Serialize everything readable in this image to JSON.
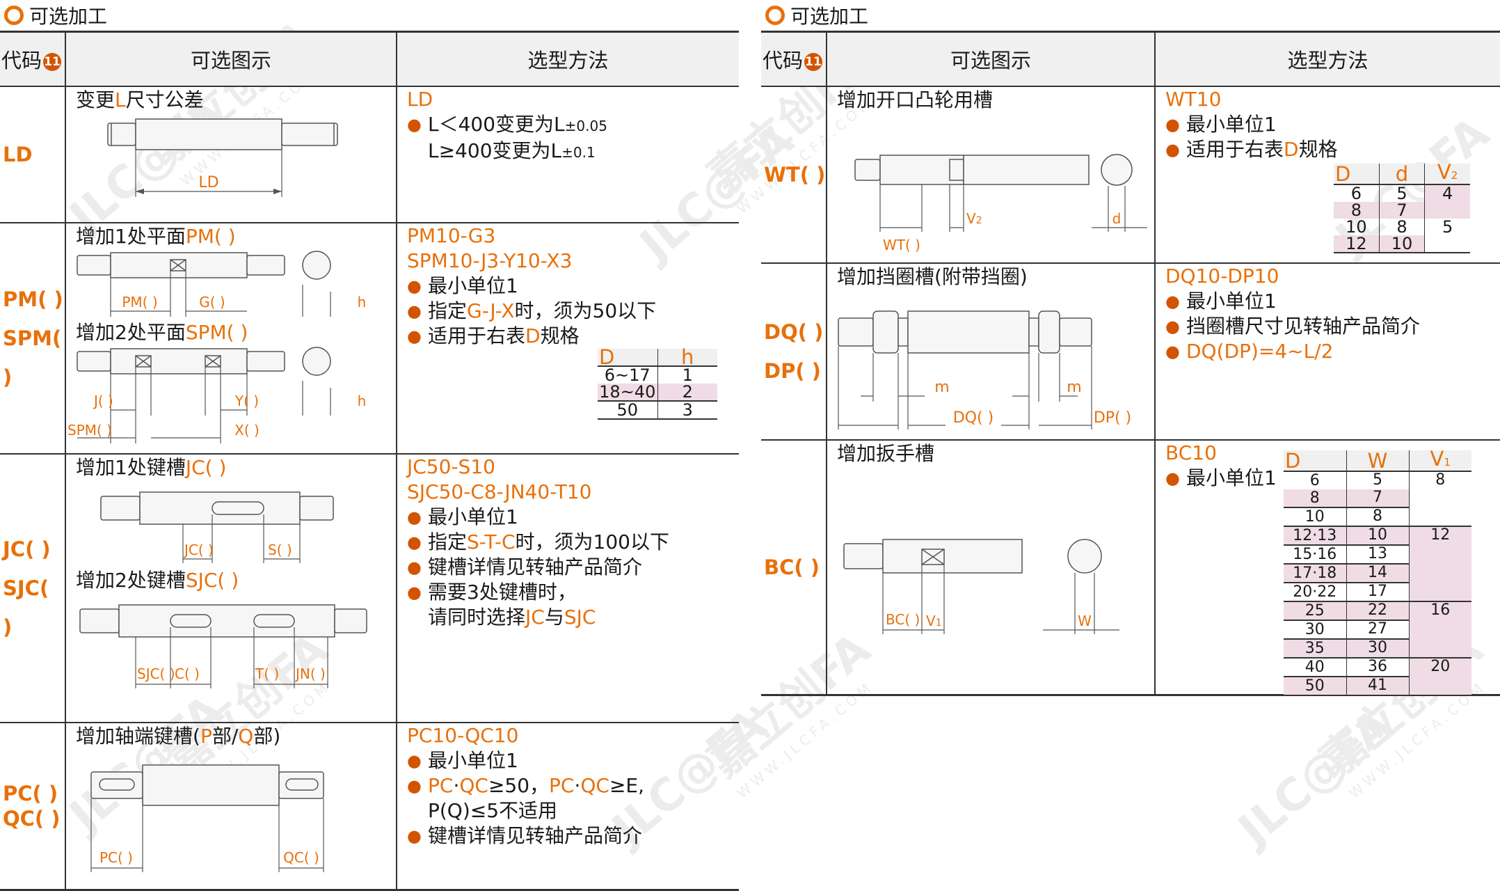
{
  "left": {
    "section_title": "可选加工",
    "headers": {
      "code": "代码",
      "badge": "11",
      "figure": "可选图示",
      "method": "选型方法"
    },
    "rows": {
      "ld": {
        "codes": [
          "LD"
        ],
        "title_a": "变更",
        "title_hl": "L",
        "title_b": "尺寸公差",
        "fig_label": "LD",
        "method_code": "LD",
        "b1_text": "L＜400变更为L",
        "b1_sub": "±0.05",
        "b1_cont_text": "L≥400变更为L",
        "b1_cont_sub": "±0.1"
      },
      "pm": {
        "codes": [
          "PM( )",
          "SPM( )"
        ],
        "title1_a": "增加1处平面",
        "title1_hl": "PM( )",
        "title2_a": "增加2处平面",
        "title2_hl": "SPM( )",
        "labels": {
          "pm": "PM( )",
          "g": "G( )",
          "h": "h",
          "j": "J( )",
          "y": "Y( )",
          "spm": "SPM( )",
          "x": "X( )"
        },
        "method_code_1": "PM10-G3",
        "method_code_2": "SPM10-J3-Y10-X3",
        "b1": "最小单位1",
        "b2_a": "指定",
        "b2_hl": "G-J-X",
        "b2_b": "时，须为50以下",
        "b3_a": "适用于右表",
        "b3_hl": "D",
        "b3_b": "规格",
        "spec": {
          "headers": [
            "D",
            "h"
          ],
          "rows": [
            [
              "6~17",
              "1"
            ],
            [
              "18~40",
              "2"
            ],
            [
              "50",
              "3"
            ]
          ]
        }
      },
      "jc": {
        "codes": [
          "JC( )",
          "SJC( )"
        ],
        "title1_a": "增加1处键槽",
        "title1_hl": "JC( )",
        "title2_a": "增加2处键槽",
        "title2_hl": "SJC( )",
        "labels": {
          "jc": "JC( )",
          "s": "S( )",
          "sjc": "SJC( )",
          "c": "C( )",
          "t": "T( )",
          "jn": "JN( )"
        },
        "method_code_1": "JC50-S10",
        "method_code_2": "SJC50-C8-JN40-T10",
        "b1": "最小单位1",
        "b2_a": "指定",
        "b2_hl": "S-T-C",
        "b2_b": "时，须为100以下",
        "b3": "键槽详情见转轴产品简介",
        "b4": "需要3处键槽时，",
        "b4_cont_a": "请同时选择",
        "b4_cont_hl1": "JC",
        "b4_cont_mid": "与",
        "b4_cont_hl2": "SJC"
      },
      "pc": {
        "codes": [
          "PC( )",
          "QC( )"
        ],
        "title_a": "增加轴端键槽(",
        "title_hl1": "P",
        "title_mid1": "部/",
        "title_hl2": "Q",
        "title_b": "部)",
        "labels": {
          "pc": "PC( )",
          "qc": "QC( )"
        },
        "method_code": "PC10-QC10",
        "b1": "最小单位1",
        "b2_hl1": "PC",
        "b2_mid1": "·",
        "b2_hl2": "QC",
        "b2_mid2": "≥50，",
        "b2_hl3": "PC",
        "b2_mid3": "·",
        "b2_hl4": "QC",
        "b2_b": "≥E,",
        "b2_cont": "P(Q)≤5不适用",
        "b3": "键槽详情见转轴产品简介"
      }
    }
  },
  "right": {
    "section_title": "可选加工",
    "headers": {
      "code": "代码",
      "badge": "11",
      "figure": "可选图示",
      "method": "选型方法"
    },
    "rows": {
      "wt": {
        "codes": [
          "WT( )"
        ],
        "title": "增加开口凸轮用槽",
        "labels": {
          "wt": "WT( )",
          "v2": "V",
          "v2_sub": "2",
          "d": "d"
        },
        "method_code": "WT10",
        "b1": "最小单位1",
        "b2_a": "适用于右表",
        "b2_hl": "D",
        "b2_b": "规格",
        "spec": {
          "headers": [
            "D",
            "d",
            "V",
            "2"
          ],
          "rows": [
            [
              "6",
              "5"
            ],
            [
              "8",
              "7"
            ],
            [
              "10",
              "8"
            ],
            [
              "12",
              "10"
            ]
          ],
          "v_values": [
            "4",
            "5"
          ]
        }
      },
      "dq": {
        "codes": [
          "DQ( )",
          "DP( )"
        ],
        "title": "增加挡圈槽(附带挡圈)",
        "labels": {
          "m1": "m",
          "m2": "m",
          "dq": "DQ( )",
          "dp": "DP( )"
        },
        "method_code": "DQ10-DP10",
        "b1": "最小单位1",
        "b2": "挡圈槽尺寸见转轴产品简介",
        "b3": "DQ(DP)=4~L/2"
      },
      "bc": {
        "codes": [
          "BC( )"
        ],
        "title": "增加扳手槽",
        "labels": {
          "bc": "BC( )",
          "v1": "V",
          "v1_sub": "1",
          "w": "W"
        },
        "method_code": "BC10",
        "b1": "最小单位1",
        "spec": {
          "headers": [
            "D",
            "W",
            "V",
            "1"
          ],
          "rows": [
            [
              "6",
              "5"
            ],
            [
              "8",
              "7"
            ],
            [
              "10",
              "8"
            ],
            [
              "12·13",
              "10"
            ],
            [
              "15·16",
              "13"
            ],
            [
              "17·18",
              "14"
            ],
            [
              "20·22",
              "17"
            ],
            [
              "25",
              "22"
            ],
            [
              "30",
              "27"
            ],
            [
              "35",
              "30"
            ],
            [
              "40",
              "36"
            ],
            [
              "50",
              "41"
            ]
          ],
          "v_values": [
            "8",
            "12",
            "16",
            "20"
          ]
        }
      }
    }
  },
  "watermark": {
    "brand": "嘉立创FA",
    "logo": "JLC@FA",
    "url": "WWW.JLCFA.COM"
  },
  "colors": {
    "accent": "#e8700a",
    "badge": "#d35400",
    "pink": "#efdce5",
    "header_bg": "#f0f0f0"
  }
}
